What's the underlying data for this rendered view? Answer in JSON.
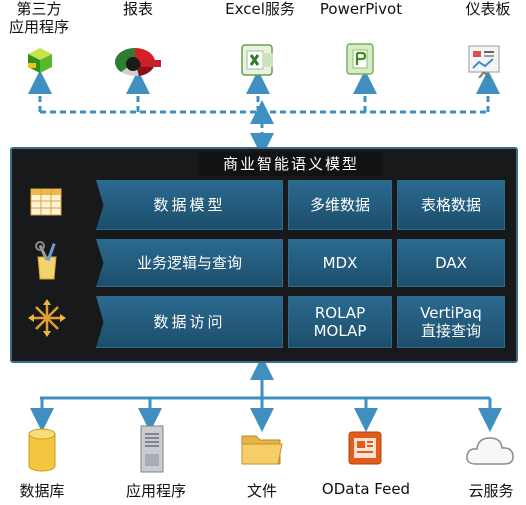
{
  "top_items": [
    {
      "label_line1": "第三方",
      "label_line2": "应用程序",
      "icon": "third-party-app-icon"
    },
    {
      "label_line1": "报表",
      "icon": "report-icon"
    },
    {
      "label_line1": "Excel服务",
      "icon": "excel-icon"
    },
    {
      "label_line1": "PowerPivot",
      "icon": "powerpivot-icon"
    },
    {
      "label_line1": "仪表板",
      "icon": "dashboard-icon"
    }
  ],
  "model": {
    "title": "商业智能语义模型",
    "rows": [
      {
        "main": "数据模型",
        "col2": "多维数据",
        "col3": "表格数据",
        "icon": "table-grid-icon"
      },
      {
        "main": "业务逻辑与查询",
        "col2": "MDX",
        "col3": "DAX",
        "icon": "tools-icon"
      },
      {
        "main": "数据访问",
        "col2_line1": "ROLAP",
        "col2_line2": "MOLAP",
        "col3_line1": "VertiPaq",
        "col3_line2": "直接查询",
        "icon": "arrows-icon"
      }
    ]
  },
  "bottom_items": [
    {
      "label": "数据库",
      "icon": "database-icon"
    },
    {
      "label": "应用程序",
      "icon": "server-icon"
    },
    {
      "label": "文件",
      "icon": "folder-icon"
    },
    {
      "label": "OData Feed",
      "icon": "odata-feed-icon"
    },
    {
      "label": "云服务",
      "icon": "cloud-icon"
    }
  ],
  "colors": {
    "arrow": "#3f8fc1",
    "panel_bg": "#17191b",
    "cell_bg": "#2a6a8f"
  }
}
